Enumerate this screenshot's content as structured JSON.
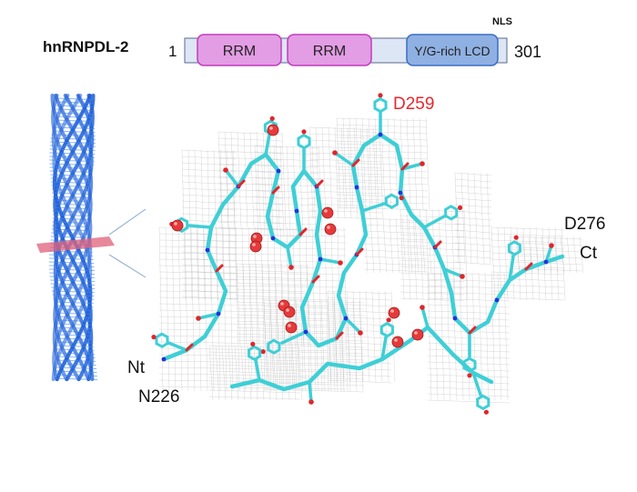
{
  "protein": {
    "name": "hnRNPDL-2",
    "start_residue": "1",
    "end_residue": "301",
    "nls_label": "NLS",
    "domains": [
      {
        "label": "RRM",
        "color": "#e39de4",
        "border": "#c23bbf"
      },
      {
        "label": "RRM",
        "color": "#e39de4",
        "border": "#c23bbf"
      },
      {
        "label": "Y/G-rich LCD",
        "color": "#8fb0e2",
        "border": "#3a6fc4"
      }
    ],
    "bar_color": "#dde6f4",
    "bar_border": "#5a6b8c"
  },
  "structure": {
    "labels": {
      "top": "D259",
      "top_color": "#e8262c",
      "right": "D276",
      "c_term": "Ct",
      "n_term": "Nt",
      "left": "N226"
    },
    "colors": {
      "fibril": "#1f5fd6",
      "cross_section": "#e0607a",
      "mesh": "#b5b5b8",
      "carbon": "#3ecfd6",
      "oxygen": "#e0262a",
      "nitrogen": "#2233dd",
      "water": "#e63a3a"
    }
  }
}
